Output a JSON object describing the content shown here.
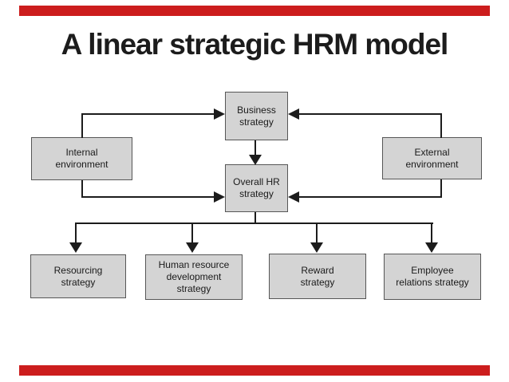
{
  "slide": {
    "title": "A linear strategic HRM model"
  },
  "colors": {
    "accent_red": "#cc1d1d",
    "box_fill": "#d4d4d4",
    "box_border": "#565656",
    "line_color": "#1c1c1c",
    "title_color": "#1c1c1c"
  },
  "diagram": {
    "nodes": {
      "business_strategy": {
        "label": "Business\nstrategy"
      },
      "overall_hr_strategy": {
        "label": "Overall HR\nstrategy"
      },
      "internal_environment": {
        "label": "Internal\nenvironment"
      },
      "external_environment": {
        "label": "External\nenvironment"
      },
      "resourcing_strategy": {
        "label": "Resourcing\nstrategy"
      },
      "hr_development_strategy": {
        "label": "Human resource\ndevelopment\nstrategy"
      },
      "reward_strategy": {
        "label": "Reward\nstrategy"
      },
      "employee_relations_strategy": {
        "label": "Employee\nrelations strategy"
      }
    },
    "edges": [
      {
        "from": "internal_environment",
        "to": "business_strategy"
      },
      {
        "from": "external_environment",
        "to": "business_strategy"
      },
      {
        "from": "business_strategy",
        "to": "overall_hr_strategy"
      },
      {
        "from": "internal_environment",
        "to": "overall_hr_strategy"
      },
      {
        "from": "external_environment",
        "to": "overall_hr_strategy"
      },
      {
        "from": "overall_hr_strategy",
        "to": "resourcing_strategy"
      },
      {
        "from": "overall_hr_strategy",
        "to": "hr_development_strategy"
      },
      {
        "from": "overall_hr_strategy",
        "to": "reward_strategy"
      },
      {
        "from": "overall_hr_strategy",
        "to": "employee_relations_strategy"
      }
    ]
  }
}
